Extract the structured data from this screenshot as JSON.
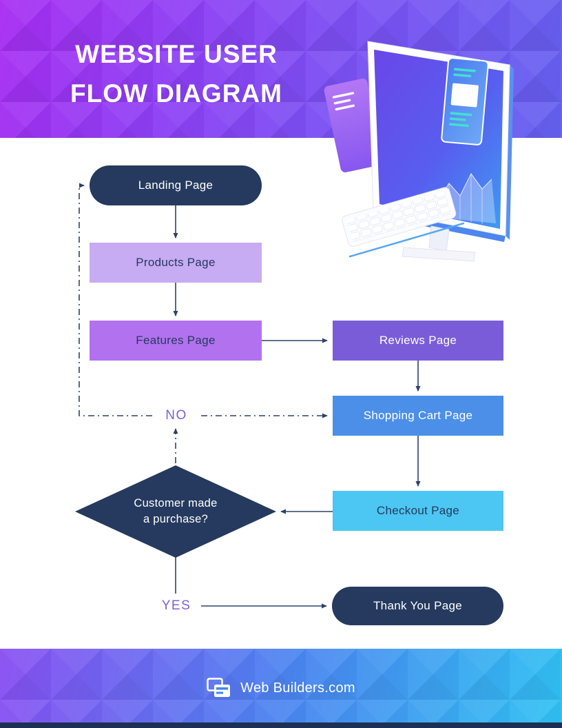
{
  "header": {
    "title_line1": "WEBSITE USER",
    "title_line2": "FLOW DIAGRAM"
  },
  "flow": {
    "nodes": {
      "landing": {
        "label": "Landing Page"
      },
      "products": {
        "label": "Products Page"
      },
      "features": {
        "label": "Features Page"
      },
      "reviews": {
        "label": "Reviews Page"
      },
      "shopping_cart": {
        "label": "Shopping Cart Page"
      },
      "checkout": {
        "label": "Checkout Page"
      },
      "decision": {
        "label_line1": "Customer made",
        "label_line2": "a purchase?"
      },
      "thank_you": {
        "label": "Thank You Page"
      }
    },
    "labels": {
      "no": "NO",
      "yes": "YES"
    }
  },
  "footer": {
    "brand": "Web Builders.com"
  },
  "colors": {
    "header_purple": "#8f3ef4",
    "navy": "#253a5e",
    "lavender": "#c7abf3",
    "purple": "#b271ef",
    "indigo": "#7a5cd8",
    "blue": "#4b8fe8",
    "cyan": "#4cc6f2",
    "edge_label_purple": "#7e60d8",
    "connector": "#2c4166",
    "footer_cyan": "#30c3f2"
  }
}
